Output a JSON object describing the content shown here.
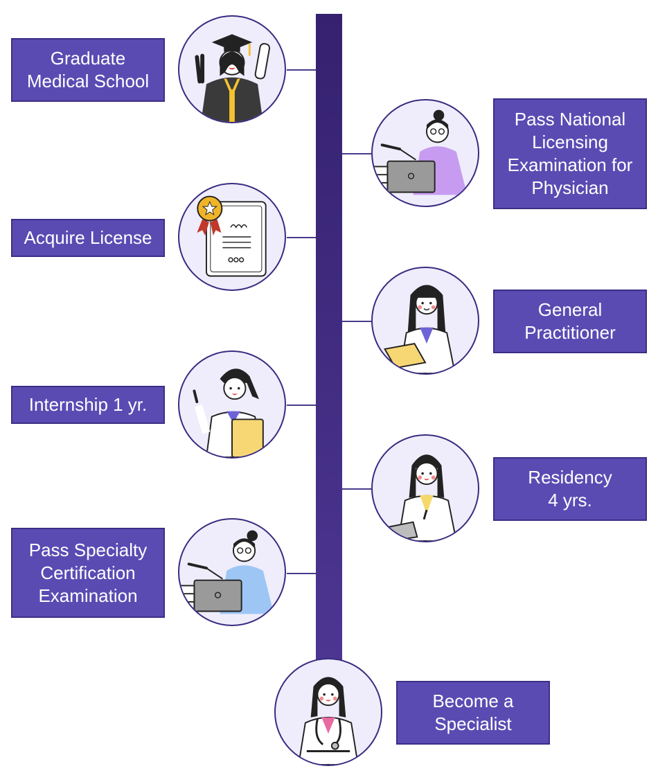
{
  "steps": [
    {
      "id": "graduate",
      "label": "Graduate\nMedical School",
      "icon": "graduate-icon"
    },
    {
      "id": "pass-national",
      "label": "Pass National\nLicensing\nExamination for\nPhysician",
      "icon": "student-laptop-icon"
    },
    {
      "id": "acquire-license",
      "label": "Acquire License",
      "icon": "certificate-icon"
    },
    {
      "id": "general-practitioner",
      "label": "General\nPractitioner",
      "icon": "doctor-clipboard-icon"
    },
    {
      "id": "internship",
      "label": "Internship 1 yr.",
      "icon": "intern-pointing-icon"
    },
    {
      "id": "residency",
      "label": "Residency\n4 yrs.",
      "icon": "resident-doctor-icon"
    },
    {
      "id": "pass-specialty",
      "label": "Pass Specialty\nCertification\nExamination",
      "icon": "student-laptop-icon"
    },
    {
      "id": "specialist",
      "label": "Become a\nSpecialist",
      "icon": "specialist-stethoscope-icon"
    }
  ],
  "colors": {
    "box_fill": "#5a4bb3",
    "box_border": "#3c2d86",
    "spine": "#3a2577",
    "circle_fill": "#efedfb"
  }
}
